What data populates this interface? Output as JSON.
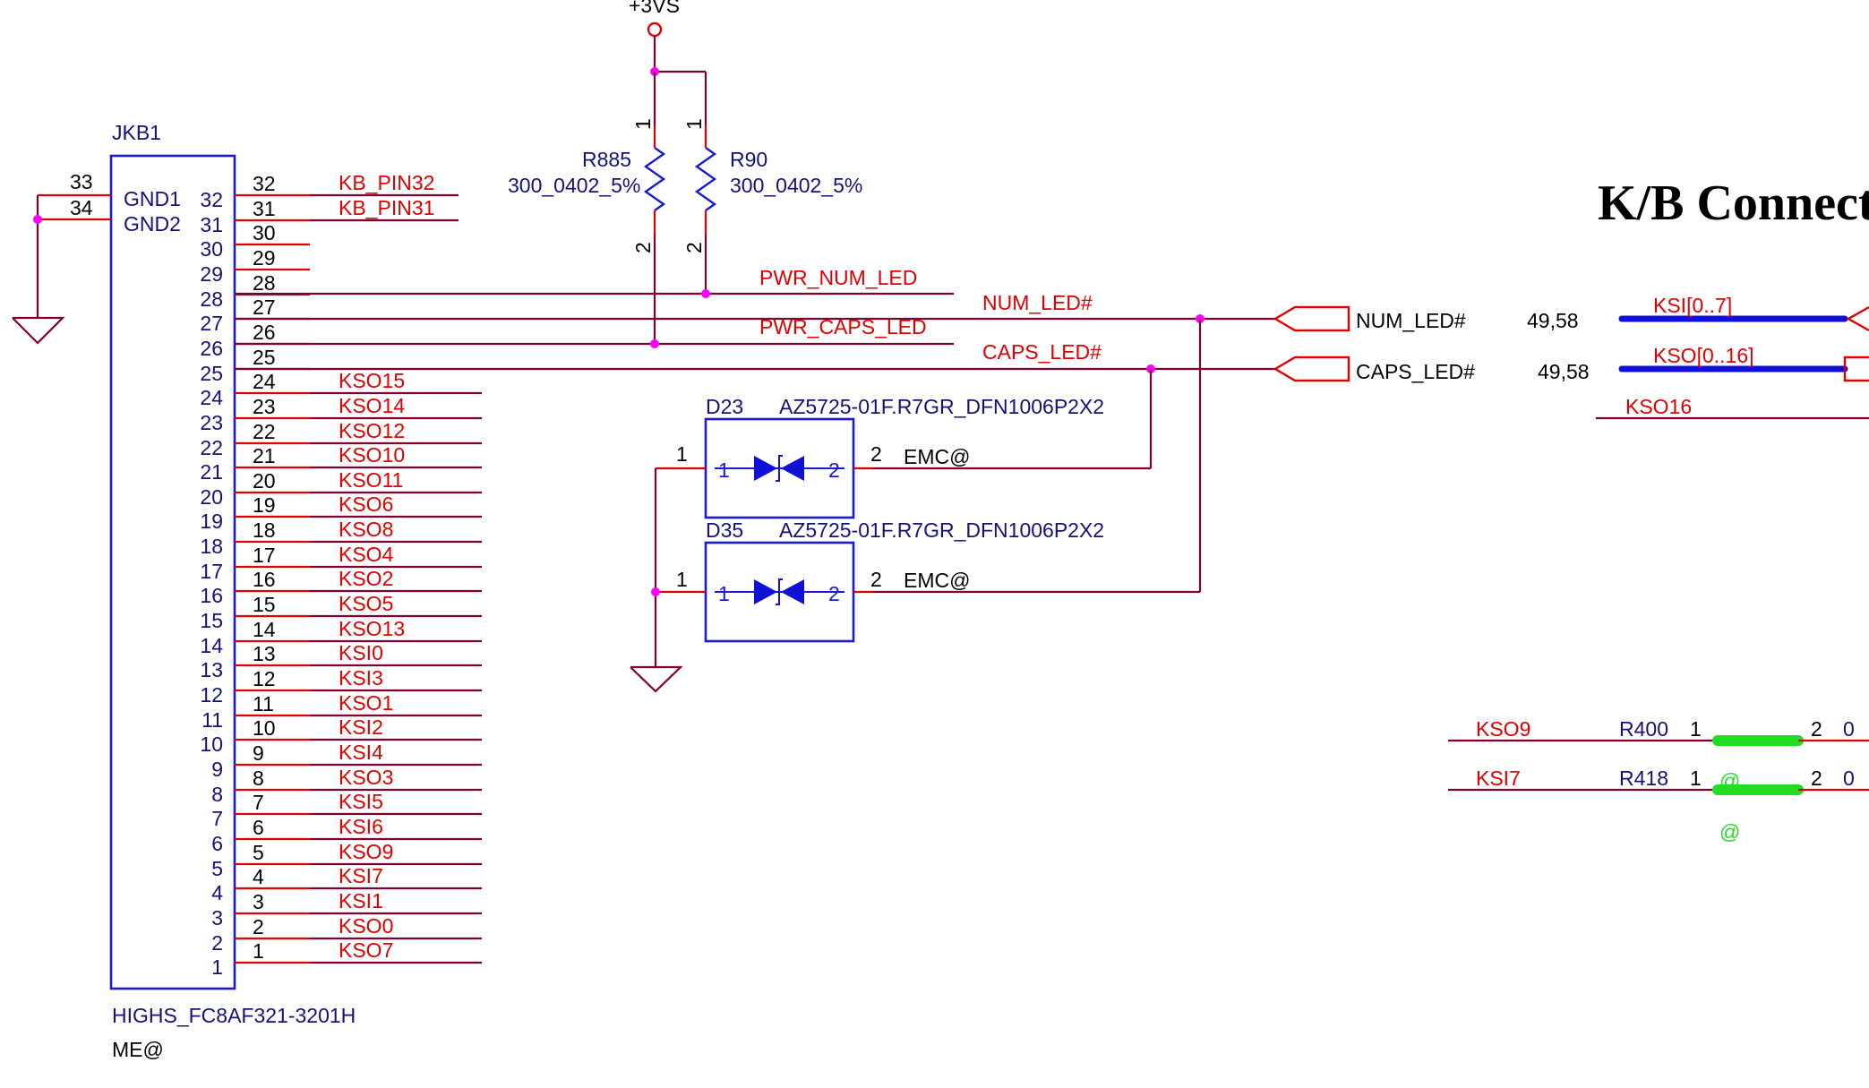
{
  "page_title": "K/B Connect",
  "power": {
    "label": "+3VS"
  },
  "connector": {
    "ref": "JKB1",
    "part": "HIGHS_FC8AF321-3201H",
    "note": "ME@",
    "gnd_pins": [
      {
        "num": "33",
        "name": "GND1"
      },
      {
        "num": "34",
        "name": "GND2"
      }
    ],
    "left_pins": [
      "32",
      "31",
      "30",
      "29",
      "28",
      "27",
      "26",
      "25",
      "24",
      "23",
      "22",
      "21",
      "20",
      "19",
      "18",
      "17",
      "16",
      "15",
      "14",
      "13",
      "12",
      "11",
      "10",
      "9",
      "8",
      "7",
      "6",
      "5",
      "4",
      "3",
      "2",
      "1"
    ],
    "right_pins": [
      "32",
      "31",
      "30",
      "29",
      "28",
      "27",
      "26",
      "25",
      "24",
      "23",
      "22",
      "21",
      "20",
      "19",
      "18",
      "17",
      "16",
      "15",
      "14",
      "13",
      "12",
      "11",
      "10",
      "9",
      "8",
      "7",
      "6",
      "5",
      "4",
      "3",
      "2",
      "1"
    ],
    "net_labels": [
      "KB_PIN32",
      "KB_PIN31",
      "",
      "",
      "",
      "",
      "",
      "",
      "KSO15",
      "KSO14",
      "KSO12",
      "KSO10",
      "KSO11",
      "KSO6",
      "KSO8",
      "KSO4",
      "KSO2",
      "KSO5",
      "KSO13",
      "KSI0",
      "KSI3",
      "KSO1",
      "KSI2",
      "KSI4",
      "KSO3",
      "KSI5",
      "KSI6",
      "KSO9",
      "KSI7",
      "KSI1",
      "KSO0",
      "KSO7"
    ]
  },
  "resistors": [
    {
      "ref": "R885",
      "value": "300_0402_5%",
      "pin1": "1",
      "pin2": "2"
    },
    {
      "ref": "R90",
      "value": "300_0402_5%",
      "pin1": "1",
      "pin2": "2"
    }
  ],
  "nets": {
    "pwr_num_led": "PWR_NUM_LED",
    "num_led": "NUM_LED#",
    "pwr_caps_led": "PWR_CAPS_LED",
    "caps_led": "CAPS_LED#"
  },
  "ports": [
    {
      "name": "NUM_LED#",
      "ref": "49,58"
    },
    {
      "name": "CAPS_LED#",
      "ref": "49,58"
    }
  ],
  "diodes": [
    {
      "ref": "D23",
      "part": "AZ5725-01F.R7GR_DFN1006P2X2",
      "pin1": "1",
      "pin2": "2",
      "inner1": "1",
      "inner2": "2",
      "note": "EMC@"
    },
    {
      "ref": "D35",
      "part": "AZ5725-01F.R7GR_DFN1006P2X2",
      "pin1": "1",
      "pin2": "2",
      "inner1": "1",
      "inner2": "2",
      "note": "EMC@"
    }
  ],
  "buses": [
    {
      "name": "KSI[0..7]"
    },
    {
      "name": "KSO[0..16]"
    }
  ],
  "kso16": "KSO16",
  "jumpers": [
    {
      "net": "KSO9",
      "ref": "R400",
      "pin1": "1",
      "pin2": "2",
      "value_partial": "0"
    },
    {
      "net": "KSI7",
      "ref": "R418",
      "pin1": "1",
      "pin2": "2",
      "value_partial": "0"
    }
  ],
  "at_marks": [
    "@",
    "@"
  ],
  "colors": {
    "net_label": "#e00000",
    "ref_text": "#12127a",
    "wire": "#800030",
    "part": "#1a1ad0",
    "junction": "#ff00ff",
    "bus": "#1010d8",
    "jumper": "#22dd22"
  }
}
